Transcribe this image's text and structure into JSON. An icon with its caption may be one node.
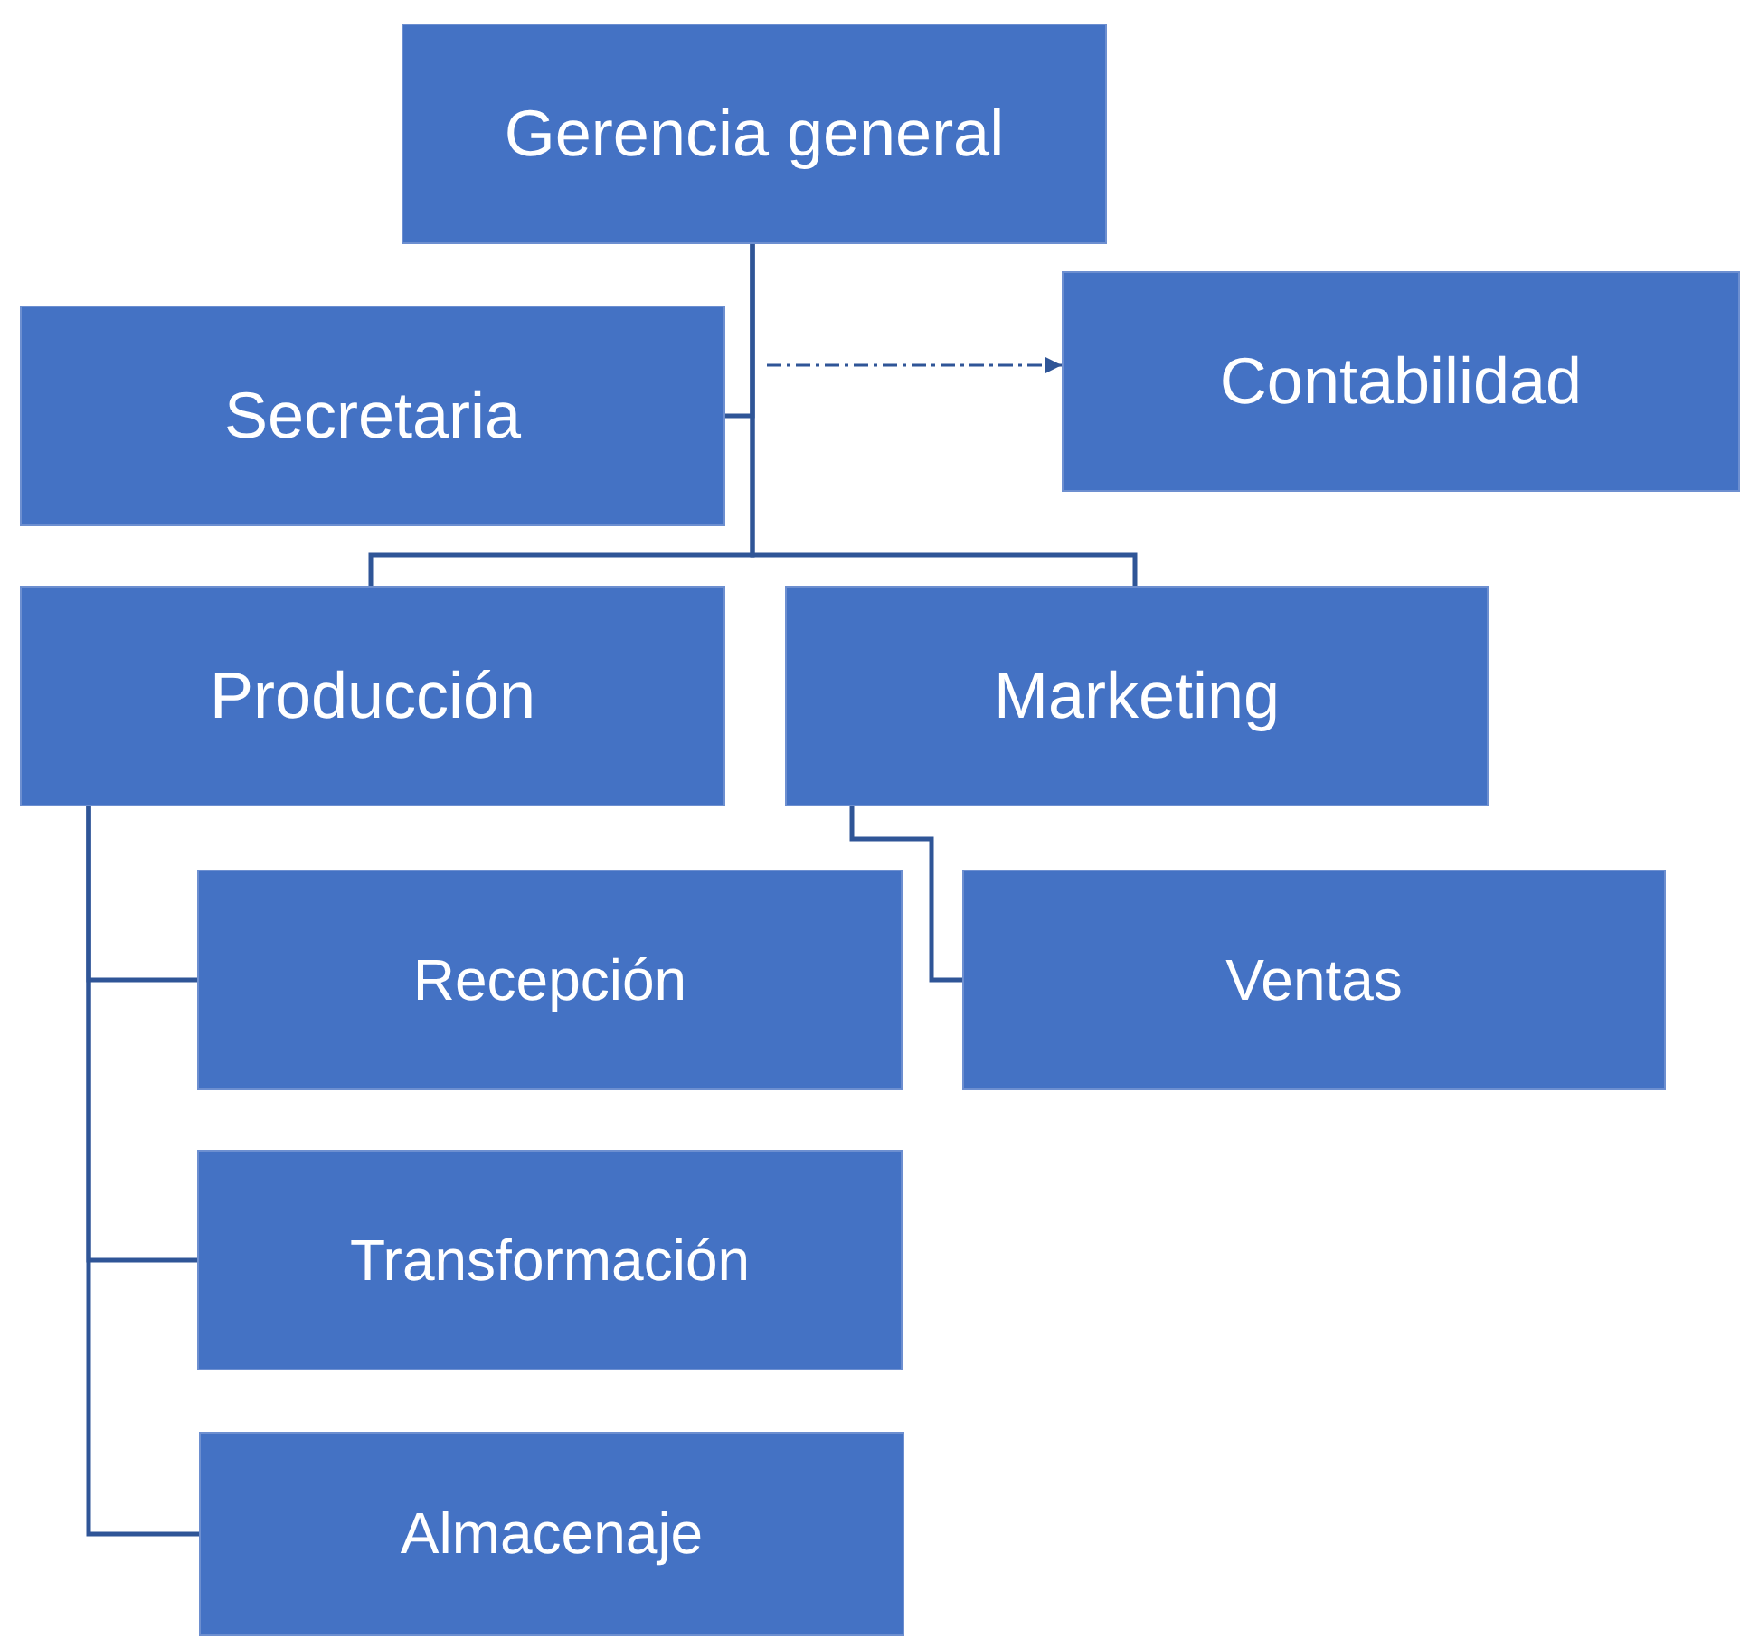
{
  "diagram": {
    "nodes": [
      {
        "text": [
          "Gerencia general"
        ]
      },
      {
        "text": [
          "Secretaria"
        ]
      },
      {
        "text": [
          "Contabilidad"
        ]
      },
      {
        "text": [
          "Producción"
        ]
      },
      {
        "text": [
          "Marketing"
        ]
      },
      {
        "text": [
          "Recepción"
        ]
      },
      {
        "text": [
          "Ventas"
        ]
      },
      {
        "text": [
          "Transformación"
        ]
      },
      {
        "text": [
          "Almacenaje"
        ]
      }
    ],
    "edges": [
      {
        "from": 0,
        "to": 1,
        "arrow": "none"
      },
      {
        "from": null,
        "to": 2,
        "arrow": "to",
        "style": "dashed"
      },
      {
        "from": 0,
        "to": 3,
        "arrow": "none"
      },
      {
        "from": 0,
        "to": 4,
        "arrow": "none"
      },
      {
        "from": 3,
        "to": 5,
        "arrow": "none"
      },
      {
        "from": 3,
        "to": 7,
        "arrow": "none"
      },
      {
        "from": 3,
        "to": 8,
        "arrow": "none"
      },
      {
        "from": 4,
        "to": 6,
        "arrow": "none"
      }
    ]
  }
}
